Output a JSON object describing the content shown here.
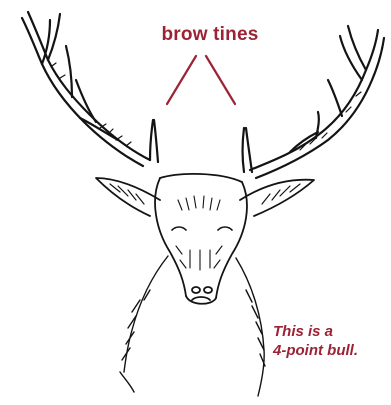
{
  "labels": {
    "brow_tines": "brow tines"
  },
  "caption": {
    "line1": "This is a",
    "line2": "4-point bull."
  },
  "colors": {
    "accent": "#9b2335",
    "ink": "#141414"
  }
}
